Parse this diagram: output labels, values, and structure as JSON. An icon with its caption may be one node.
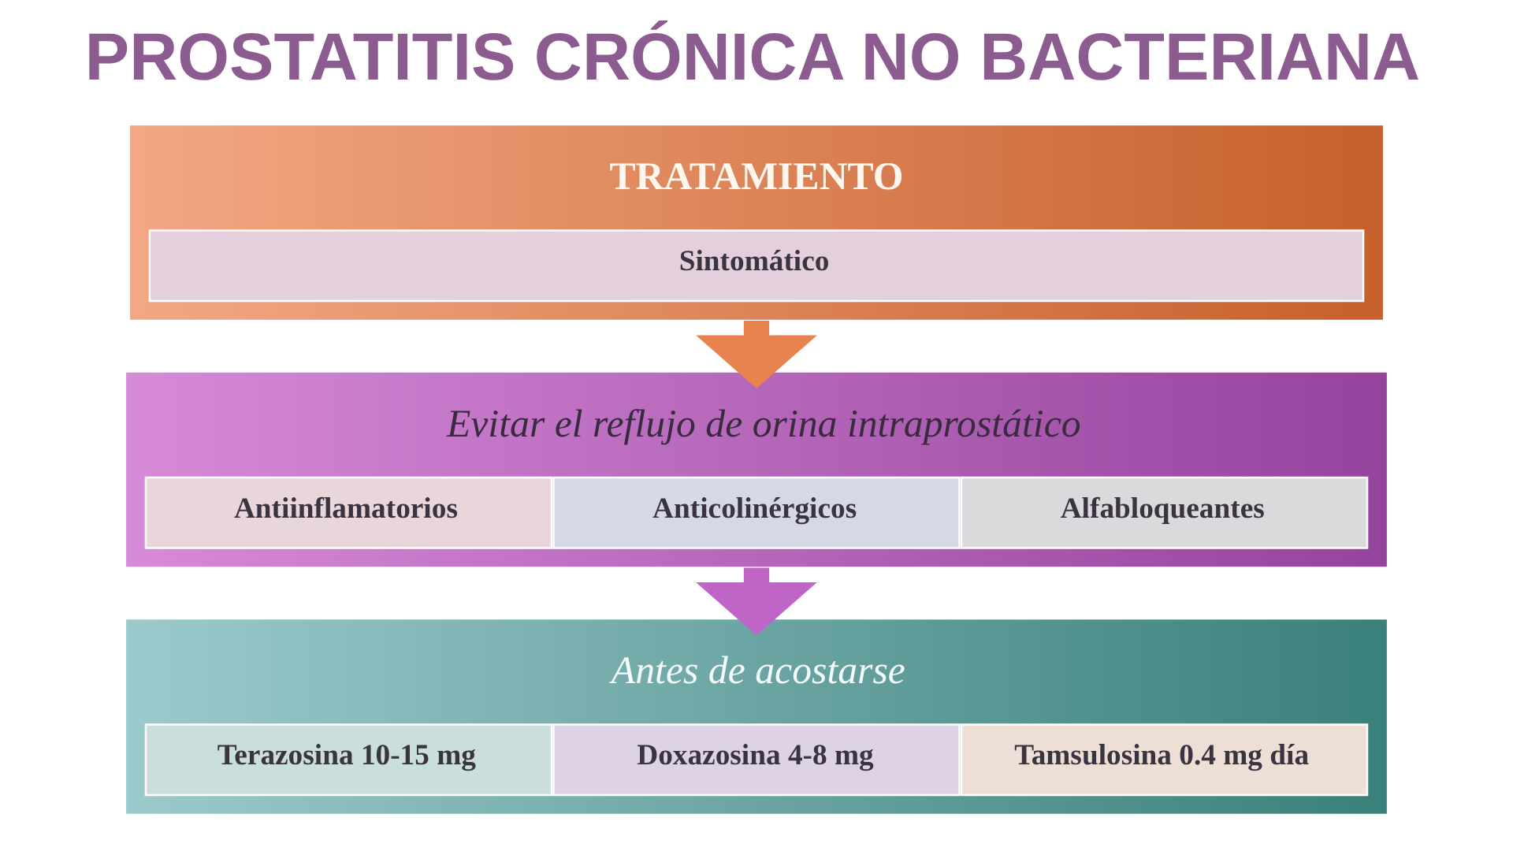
{
  "diagram": {
    "title": "PROSTATITIS CRÓNICA NO BACTERIANA",
    "nodes": [
      {
        "text": [
          "TRATAMIENTO"
        ]
      },
      {
        "text": [
          "Sintomático"
        ],
        "in": 0
      },
      {
        "text": [
          "Evitar el reflujo de orina intraprostático"
        ]
      },
      {
        "text": [
          "Antiinflamatorios"
        ],
        "in": 2
      },
      {
        "text": [
          "Anticolinérgicos"
        ],
        "in": 2
      },
      {
        "text": [
          "Alfabloqueantes"
        ],
        "in": 2
      },
      {
        "text": [
          "Antes de acostarse"
        ]
      },
      {
        "text": [
          "Terazosina 10-15 mg"
        ],
        "in": 6
      },
      {
        "text": [
          "Doxazosina 4-8 mg"
        ],
        "in": 6
      },
      {
        "text": [
          "Tamsulosina 0.4 mg día"
        ],
        "in": 6
      }
    ],
    "edges": [
      {
        "from": 0,
        "to": 2,
        "arrow": "to",
        "color": "#e8824f"
      },
      {
        "from": 2,
        "to": 6,
        "arrow": "to",
        "color": "#c065c8"
      }
    ]
  }
}
